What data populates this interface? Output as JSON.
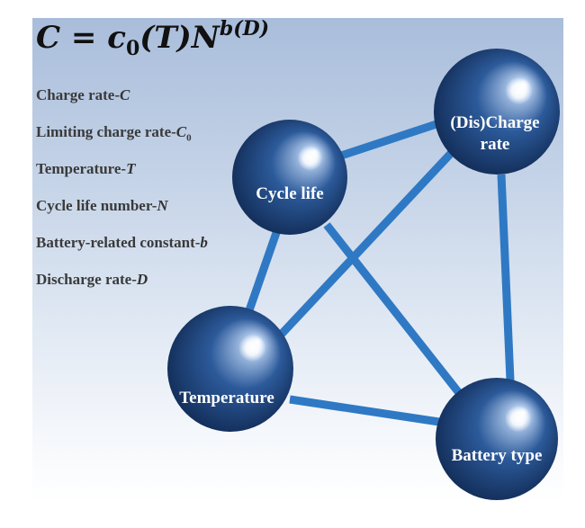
{
  "formula": {
    "lhs": "C",
    "equals": " = ",
    "base": "c",
    "base_sub": "0",
    "arg": "(T)",
    "n": "N",
    "exponent": "b(D)"
  },
  "legend": [
    {
      "text": "Charge rate-",
      "symbol": "C",
      "sub": ""
    },
    {
      "text": "Limiting charge rate-",
      "symbol": "C",
      "sub": "0"
    },
    {
      "text": "Temperature-",
      "symbol": "T",
      "sub": ""
    },
    {
      "text": "Cycle life number-",
      "symbol": "N",
      "sub": ""
    },
    {
      "text": "Battery-related constant-",
      "symbol": "b",
      "sub": ""
    },
    {
      "text": "Discharge rate-",
      "symbol": "D",
      "sub": ""
    }
  ],
  "nodes": [
    {
      "id": "cycle",
      "lines": [
        "Cycle life"
      ]
    },
    {
      "id": "charge",
      "lines": [
        "(Dis)Charge",
        "rate"
      ]
    },
    {
      "id": "temp",
      "lines": [
        "Temperature"
      ]
    },
    {
      "id": "battery",
      "lines": [
        "Battery type"
      ]
    }
  ],
  "edges": [
    [
      "cycle",
      "charge"
    ],
    [
      "cycle",
      "temp"
    ],
    [
      "cycle",
      "battery"
    ],
    [
      "charge",
      "temp"
    ],
    [
      "charge",
      "battery"
    ],
    [
      "temp",
      "battery"
    ]
  ],
  "colors": {
    "edge": "#2f79c4",
    "sphere_dark": "#0c2248",
    "sphere_mid": "#2c5a9a",
    "highlight": "#ffffff",
    "label": "#ffffff"
  }
}
